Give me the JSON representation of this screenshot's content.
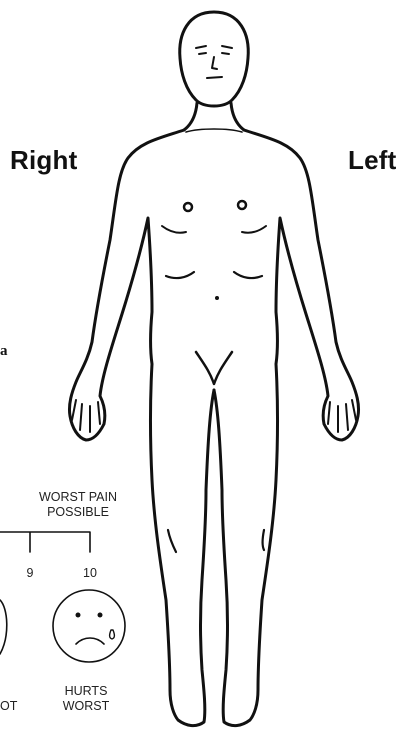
{
  "labels": {
    "right": "Right",
    "left": "Left",
    "edge_fragment": "a"
  },
  "pain_scale": {
    "worst_label_line1": "WORST PAIN",
    "worst_label_line2": "POSSIBLE",
    "numbers": [
      "9",
      "10"
    ],
    "face_caption_line1": "HURTS",
    "face_caption_line2": "WORST",
    "clipped_caption_fragment": "OT"
  },
  "icons": {
    "body": "body-diagram-figure",
    "face": "crying-face-icon"
  }
}
